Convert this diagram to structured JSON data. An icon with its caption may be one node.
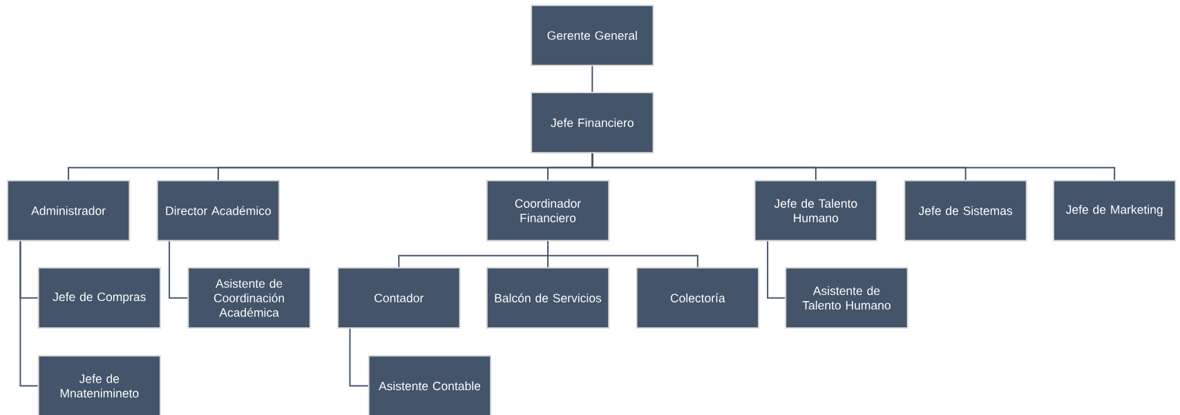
{
  "diagram": {
    "nodes": [
      {
        "text": [
          "Gerente General"
        ]
      },
      {
        "text": [
          "Jefe Financiero"
        ]
      },
      {
        "text": [
          "Administrador"
        ]
      },
      {
        "text": [
          "Director Académico"
        ]
      },
      {
        "text": [
          "Coordinador Financiero"
        ]
      },
      {
        "text": [
          "Jefe de Talento Humano"
        ]
      },
      {
        "text": [
          "Jefe de Sistemas"
        ]
      },
      {
        "text": [
          "Jefe de Marketing"
        ]
      },
      {
        "text": [
          "Jefe de Compras"
        ]
      },
      {
        "text": [
          "Jefe de Mnatenimineto"
        ]
      },
      {
        "text": [
          "Asistente de Coordinación Académica"
        ]
      },
      {
        "text": [
          "Contador"
        ]
      },
      {
        "text": [
          "Balcón de Servicios"
        ]
      },
      {
        "text": [
          "Colectoría"
        ]
      },
      {
        "text": [
          "Asistente de Talento Humano"
        ]
      },
      {
        "text": [
          "Asistente Contable"
        ]
      }
    ],
    "edges": [
      {
        "from": 0,
        "to": 1,
        "arrow": "none"
      },
      {
        "from": 1,
        "to": 2,
        "arrow": "none"
      },
      {
        "from": 1,
        "to": 3,
        "arrow": "none"
      },
      {
        "from": 1,
        "to": 4,
        "arrow": "none"
      },
      {
        "from": 1,
        "to": 5,
        "arrow": "none"
      },
      {
        "from": 1,
        "to": 6,
        "arrow": "none"
      },
      {
        "from": 1,
        "to": 7,
        "arrow": "none"
      },
      {
        "from": 2,
        "to": 8,
        "arrow": "none"
      },
      {
        "from": 2,
        "to": 9,
        "arrow": "none"
      },
      {
        "from": 3,
        "to": 10,
        "arrow": "none"
      },
      {
        "from": 4,
        "to": 11,
        "arrow": "none"
      },
      {
        "from": 4,
        "to": 12,
        "arrow": "none"
      },
      {
        "from": 4,
        "to": 13,
        "arrow": "none"
      },
      {
        "from": 5,
        "to": 14,
        "arrow": "none"
      },
      {
        "from": 11,
        "to": 15,
        "arrow": "none"
      }
    ]
  }
}
